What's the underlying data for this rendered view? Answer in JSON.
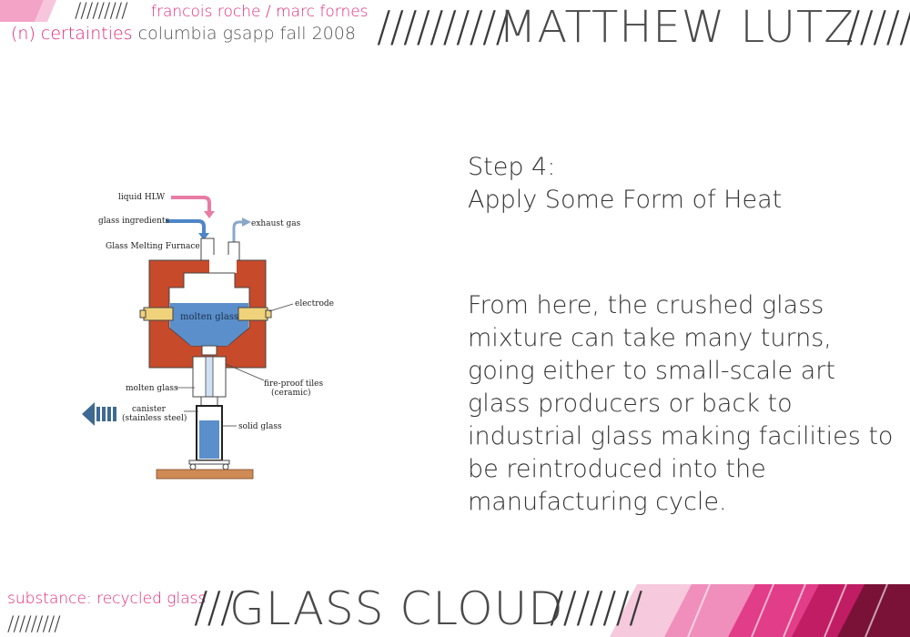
{
  "header": {
    "instructors": "francois roche / marc fornes",
    "course_highlight": "(n) certainties",
    "course_rest": "columbia gsapp  fall 2008",
    "author": "MATTHEW LUTZ",
    "slashes_mid": "//////////",
    "slashes_right": "/////",
    "slashes_left": "/////////"
  },
  "content": {
    "step_line1": "Step 4:",
    "step_line2": "Apply Some Form of Heat",
    "body": "From here, the crushed glass mixture can take many turns, going either to small-scale art glass producers or back to industrial glass making facilities to be reintroduced into the manufacturing cycle."
  },
  "diagram": {
    "liquid_hlw": "liquid HLW",
    "glass_ingredients": "glass ingredients",
    "exhaust_gas": "exhaust gas",
    "furnace": "Glass Melting Furnace",
    "electrode": "electrode",
    "molten_glass_inside": "molten glass",
    "fireproof_1": "fire-proof tiles",
    "fireproof_2": "(ceramic)",
    "molten_glass_label": "molten glass",
    "canister_1": "canister",
    "canister_2": "(stainless steel)",
    "solid_glass": "solid glass"
  },
  "footer": {
    "substance": "substance: recycled glass",
    "title": "GLASS CLOUD",
    "slashes_left": "///",
    "slashes_right": "///////",
    "slashes_small": "/////////"
  },
  "colors": {
    "accent_pink": "#e0287a",
    "furnace_red": "#c74a2a",
    "molten_blue": "#5a8fcb",
    "arrow_navy": "#3e6a93"
  }
}
